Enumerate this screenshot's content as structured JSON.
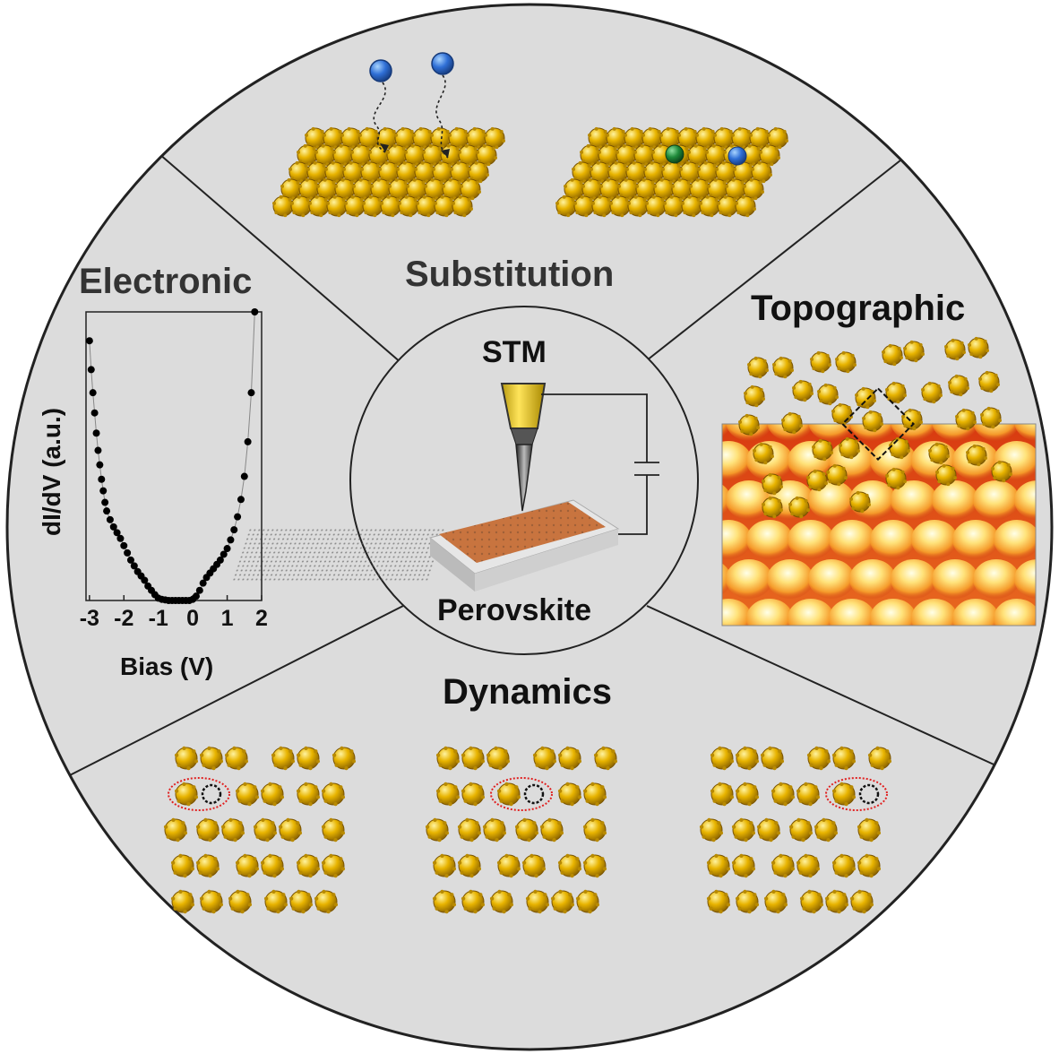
{
  "sections": {
    "substitution": {
      "title": "Substitution"
    },
    "electronic": {
      "title": "Electronic"
    },
    "topographic": {
      "title": "Topographic"
    },
    "dynamics": {
      "title": "Dynamics"
    }
  },
  "center": {
    "top_label": "STM",
    "bottom_label": "Perovskite"
  },
  "chart_data": {
    "type": "scatter",
    "title": "Electronic",
    "xlabel": "Bias (V)",
    "ylabel": "dI/dV (a.u.)",
    "xlim": [
      -3.1,
      2.0
    ],
    "x_ticks": [
      "-3",
      "-2",
      "-1",
      "0",
      "1",
      "2"
    ],
    "x_tick_values": [
      -3,
      -2,
      -1,
      0,
      1,
      2
    ],
    "ylim": [
      0,
      1
    ],
    "points": [
      [
        -3.0,
        0.9
      ],
      [
        -2.95,
        0.8
      ],
      [
        -2.9,
        0.72
      ],
      [
        -2.85,
        0.65
      ],
      [
        -2.8,
        0.58
      ],
      [
        -2.75,
        0.52
      ],
      [
        -2.7,
        0.47
      ],
      [
        -2.65,
        0.42
      ],
      [
        -2.6,
        0.38
      ],
      [
        -2.55,
        0.34
      ],
      [
        -2.5,
        0.31
      ],
      [
        -2.4,
        0.28
      ],
      [
        -2.3,
        0.255
      ],
      [
        -2.2,
        0.235
      ],
      [
        -2.1,
        0.215
      ],
      [
        -2.0,
        0.19
      ],
      [
        -1.9,
        0.165
      ],
      [
        -1.8,
        0.14
      ],
      [
        -1.7,
        0.12
      ],
      [
        -1.6,
        0.1
      ],
      [
        -1.5,
        0.085
      ],
      [
        -1.4,
        0.07
      ],
      [
        -1.3,
        0.05
      ],
      [
        -1.2,
        0.035
      ],
      [
        -1.1,
        0.02
      ],
      [
        -1.0,
        0.008
      ],
      [
        -0.9,
        0.004
      ],
      [
        -0.8,
        0.002
      ],
      [
        -0.7,
        0.0
      ],
      [
        -0.6,
        0.0
      ],
      [
        -0.5,
        0.0
      ],
      [
        -0.4,
        0.0
      ],
      [
        -0.3,
        0.0
      ],
      [
        -0.2,
        0.0
      ],
      [
        -0.1,
        0.0
      ],
      [
        0.0,
        0.004
      ],
      [
        0.1,
        0.015
      ],
      [
        0.2,
        0.035
      ],
      [
        0.3,
        0.06
      ],
      [
        0.4,
        0.08
      ],
      [
        0.5,
        0.095
      ],
      [
        0.6,
        0.11
      ],
      [
        0.7,
        0.125
      ],
      [
        0.8,
        0.14
      ],
      [
        0.9,
        0.16
      ],
      [
        1.0,
        0.18
      ],
      [
        1.1,
        0.21
      ],
      [
        1.2,
        0.245
      ],
      [
        1.3,
        0.29
      ],
      [
        1.4,
        0.35
      ],
      [
        1.5,
        0.43
      ],
      [
        1.6,
        0.55
      ],
      [
        1.7,
        0.72
      ],
      [
        1.8,
        1.0
      ]
    ],
    "marker_color": "#000000",
    "line_color": "#888888"
  },
  "colors": {
    "disk": "#dcdcdc",
    "divider": "#222222",
    "atom_gold": "#e8b400",
    "atom_dark": "#9a7200",
    "dopant_blue": "#2f6fd6",
    "dopant_green": "#1f8a3a",
    "vacancy_ring": "#111111",
    "highlight_ellipse": "#e02020",
    "tip_yellow": "#e8c21a",
    "sample_copper": "#c8743f"
  },
  "icons": [
    "atom-icon",
    "dopant-atom-icon",
    "vacancy-icon",
    "stm-tip-icon",
    "capacitor-icon",
    "perovskite-sample-icon"
  ]
}
